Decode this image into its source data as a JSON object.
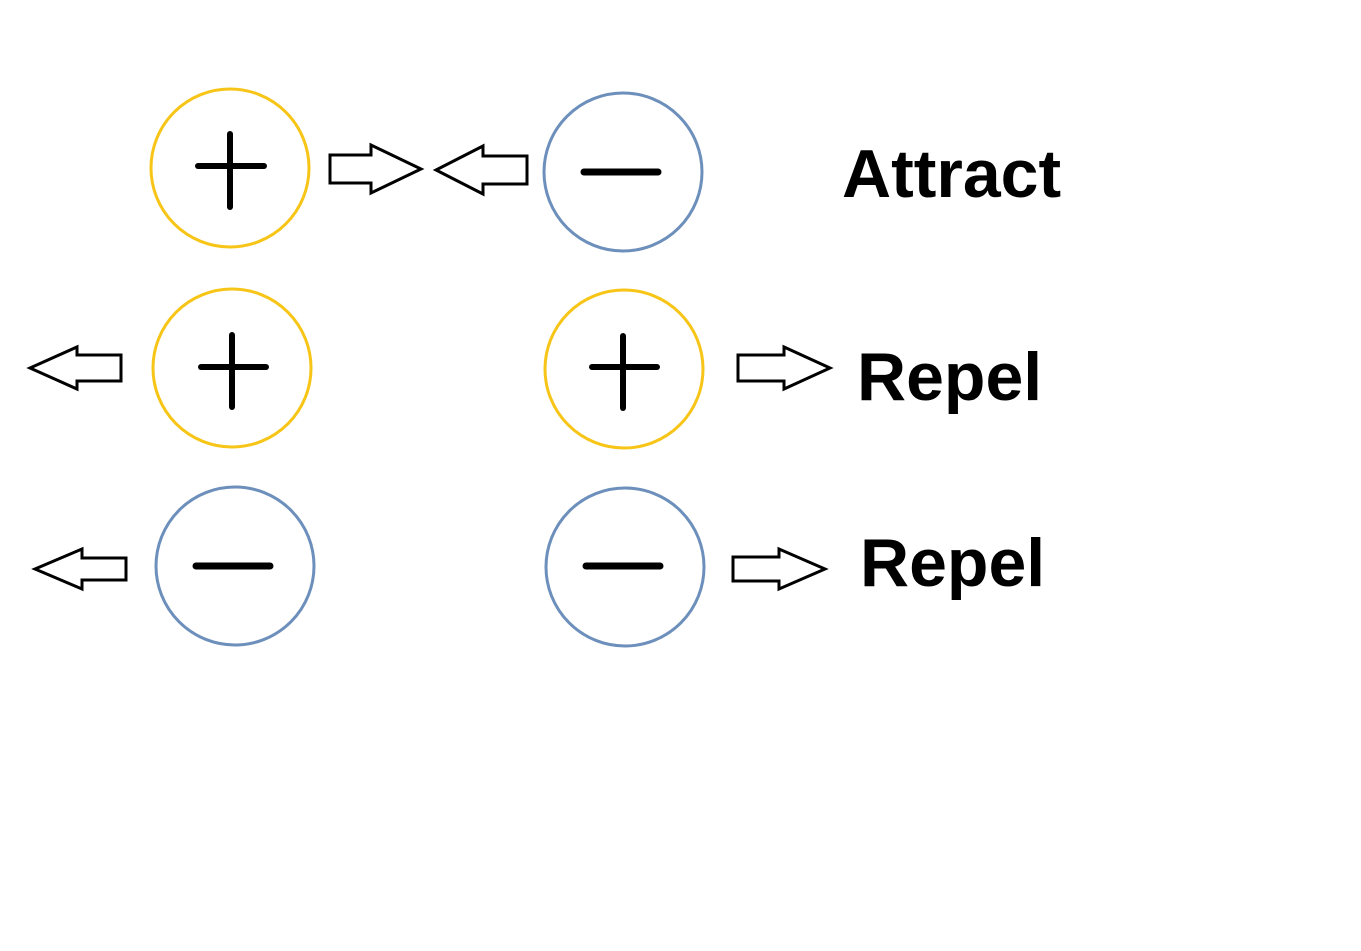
{
  "colors": {
    "positive_charge": "#f7c518",
    "negative_charge": "#6d8fbb",
    "arrow_stroke": "#000000",
    "sign_stroke": "#000000",
    "background": "#ffffff"
  },
  "rows": [
    {
      "left_charge": "positive",
      "right_charge": "negative",
      "arrows": "toward-each-other",
      "label": "Attract"
    },
    {
      "left_charge": "positive",
      "right_charge": "positive",
      "arrows": "away-from-each-other",
      "label": "Repel"
    },
    {
      "left_charge": "negative",
      "right_charge": "negative",
      "arrows": "away-from-each-other",
      "label": "Repel"
    }
  ],
  "icons": {
    "positive": "plus-sign-icon",
    "negative": "minus-sign-icon",
    "arrow": "hollow-block-arrow-icon"
  }
}
